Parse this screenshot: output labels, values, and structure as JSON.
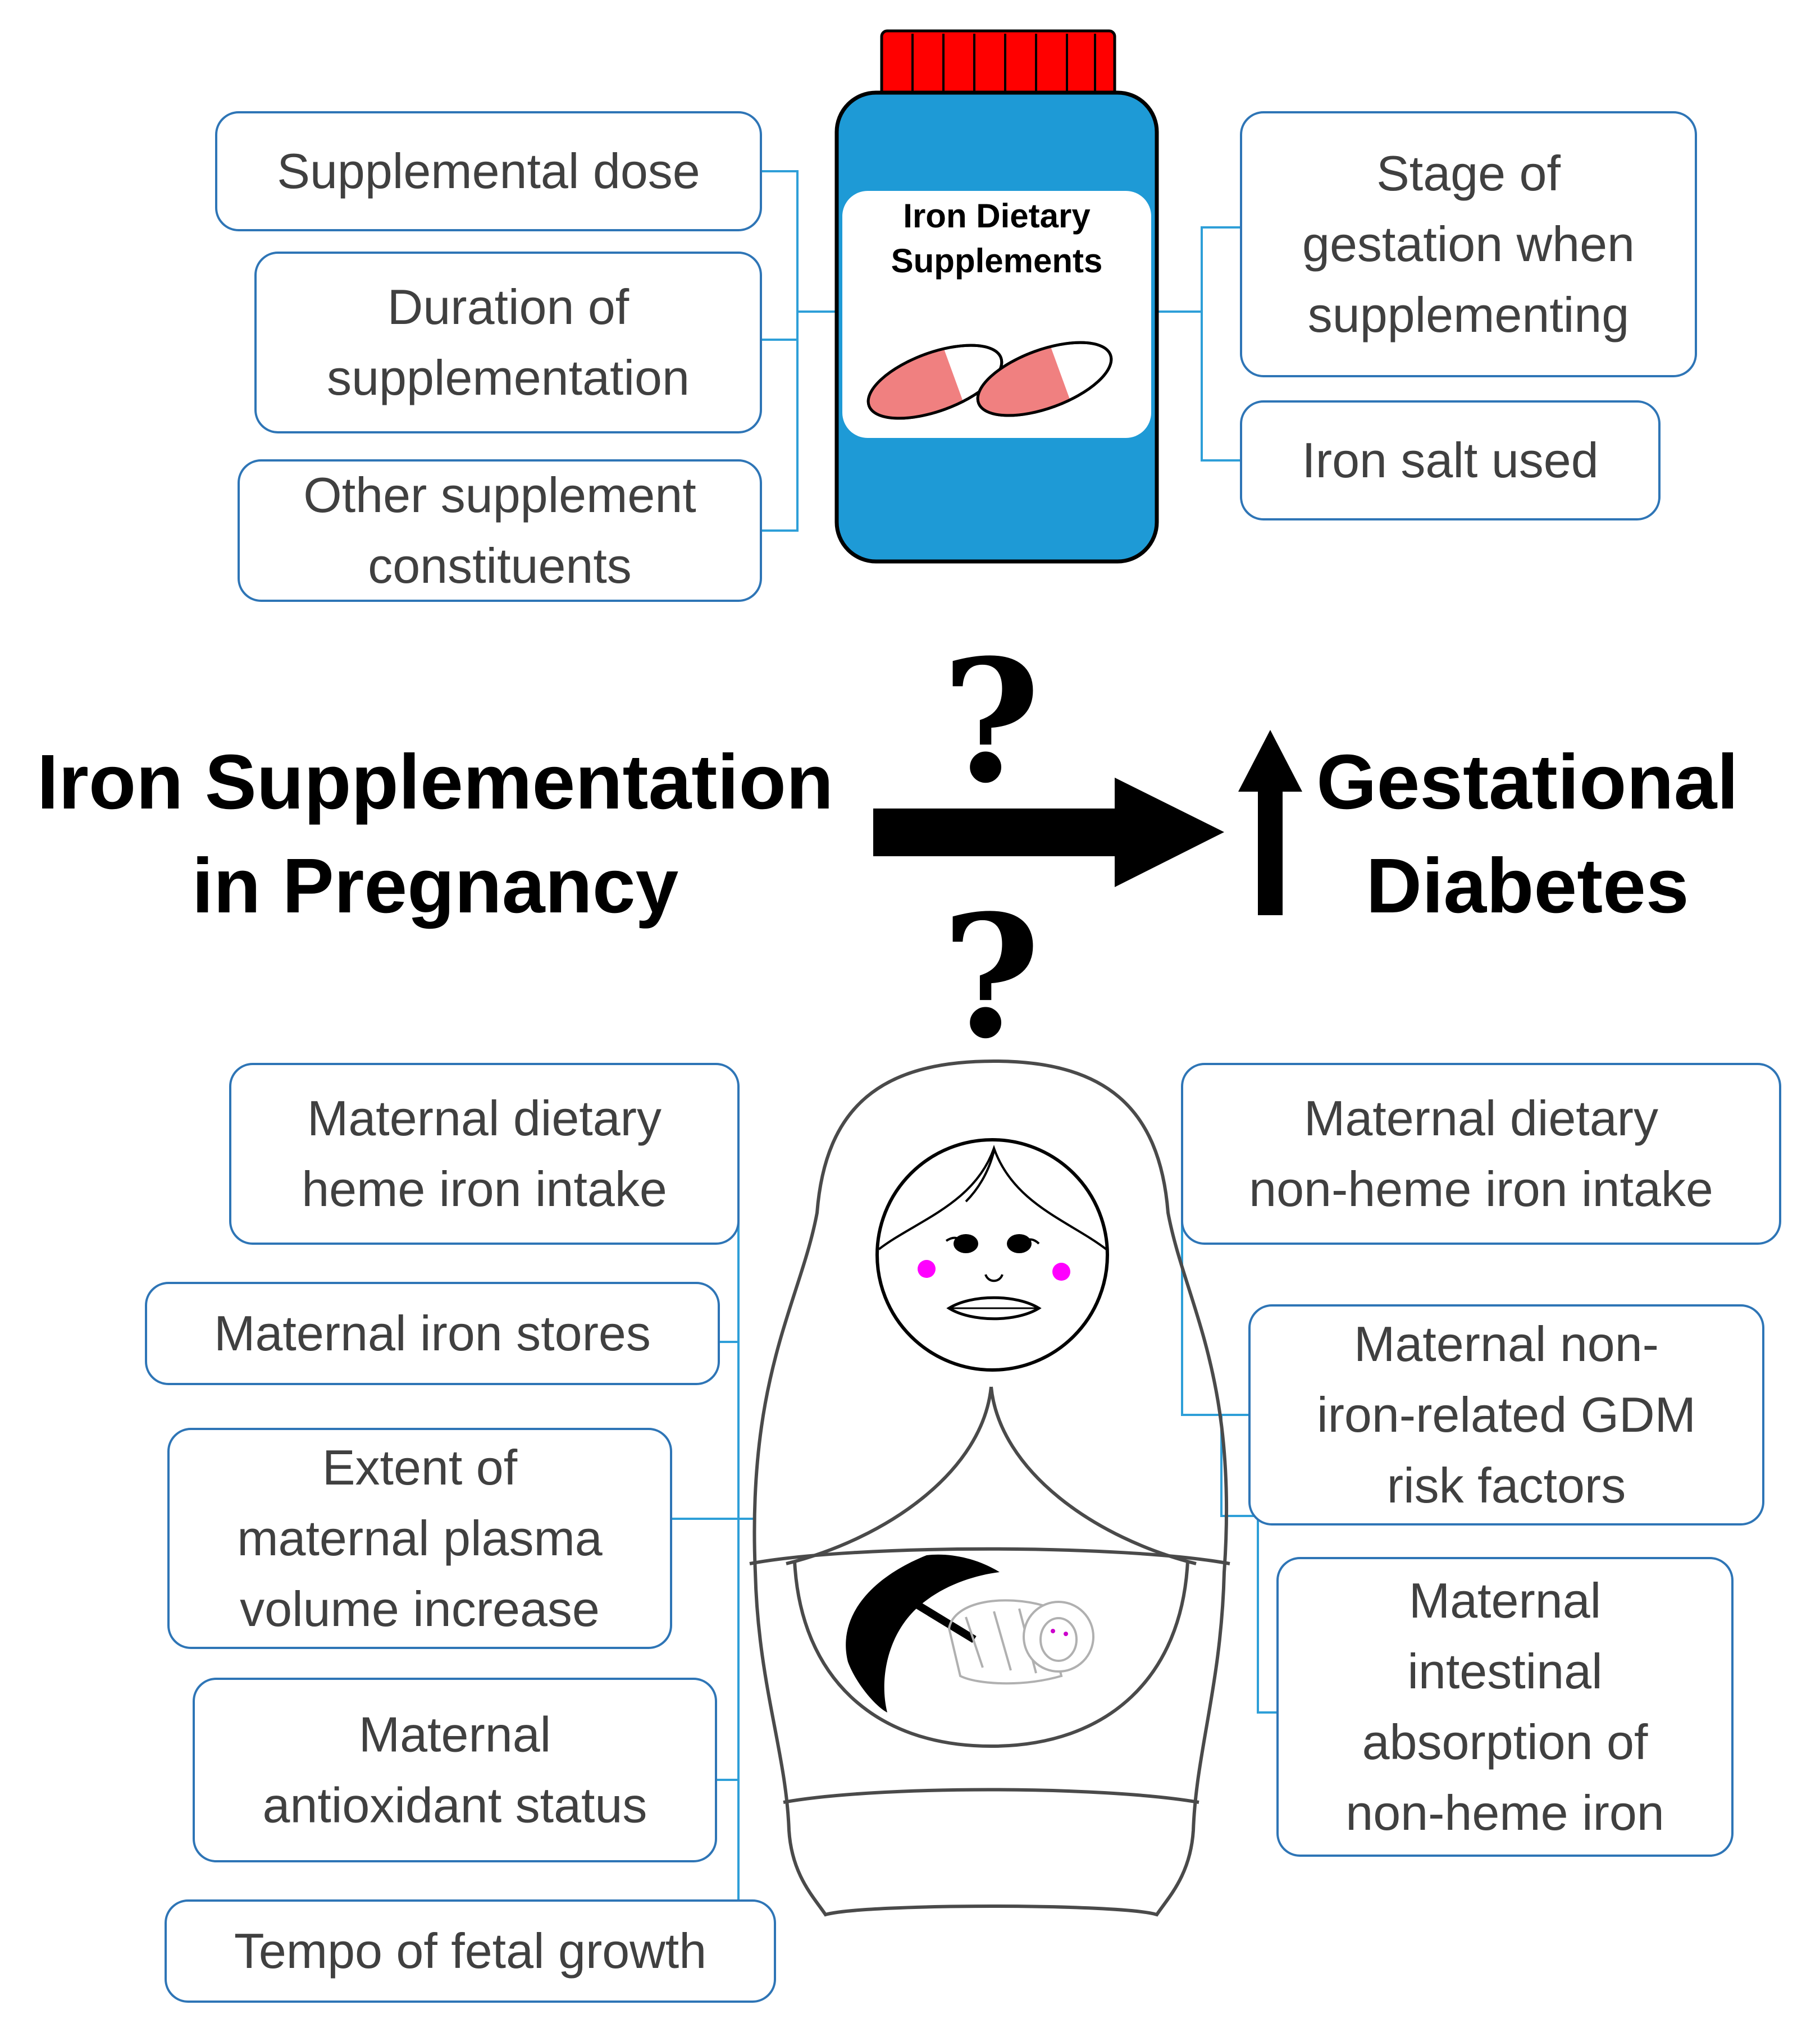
{
  "supplement_factors": [
    {
      "id": "supplemental-dose",
      "lines": [
        "Supplemental dose"
      ]
    },
    {
      "id": "duration-of-supplementation",
      "lines": [
        "Duration of",
        "supplementation"
      ]
    },
    {
      "id": "other-supplement-constituents",
      "lines": [
        "Other supplement",
        "constituents"
      ]
    },
    {
      "id": "stage-of-gestation",
      "lines": [
        "Stage of",
        "gestation when",
        "supplementing"
      ]
    },
    {
      "id": "iron-salt-used",
      "lines": [
        "Iron salt used"
      ]
    }
  ],
  "bottle": {
    "label_lines": [
      "Iron Dietary",
      "Supplements"
    ]
  },
  "headline": {
    "left_lines": [
      "Iron Supplementation",
      "in Pregnancy"
    ],
    "right_lines": [
      "Gestational",
      "Diabetes"
    ],
    "question_mark": "?"
  },
  "maternal_factors": [
    {
      "id": "heme-iron-intake",
      "lines": [
        "Maternal dietary",
        "heme iron intake"
      ]
    },
    {
      "id": "maternal-iron-stores",
      "lines": [
        "Maternal iron stores"
      ]
    },
    {
      "id": "plasma-volume-increase",
      "lines": [
        "Extent of",
        "maternal plasma",
        "volume increase"
      ]
    },
    {
      "id": "antioxidant-status",
      "lines": [
        "Maternal",
        "antioxidant status"
      ]
    },
    {
      "id": "tempo-of-fetal-growth",
      "lines": [
        "Tempo of fetal growth"
      ]
    },
    {
      "id": "non-heme-iron-intake",
      "lines": [
        "Maternal dietary",
        "non-heme iron intake"
      ]
    },
    {
      "id": "non-iron-gdm-risk",
      "lines": [
        "Maternal non-",
        "iron-related GDM",
        "risk factors"
      ]
    },
    {
      "id": "intestinal-absorption",
      "lines": [
        "Maternal",
        "intestinal",
        "absorption of",
        "non-heme iron"
      ]
    }
  ],
  "colors": {
    "box_border": "#2e75b6",
    "connector": "#2e9fd8",
    "bottle_body": "#1e9ad6",
    "bottle_cap": "#ff0000",
    "pill": "#f08080",
    "cheek": "#ff00ff",
    "text": "#404040"
  }
}
